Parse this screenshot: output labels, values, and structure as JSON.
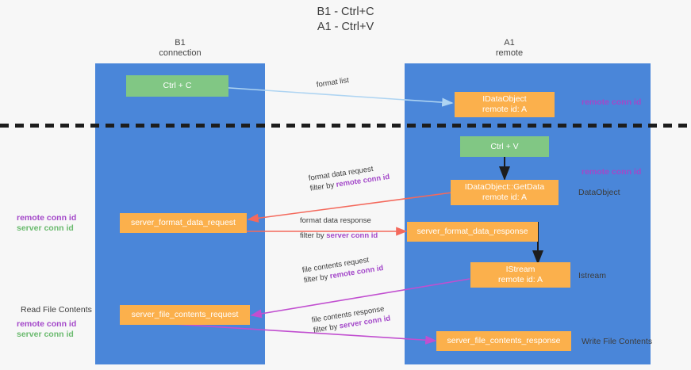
{
  "title": {
    "line1": "B1 - Ctrl+C",
    "line2": "A1 - Ctrl+V"
  },
  "columns": [
    {
      "name": "left",
      "line1": "B1",
      "line2": "connection",
      "color": "#4a86d9"
    },
    {
      "name": "right",
      "line1": "A1",
      "line2": "remote",
      "color": "#4a86d9"
    }
  ],
  "colors": {
    "column": "#4a86d9",
    "orange": "#fbb04c",
    "green": "#81c784",
    "purple_text": "#a347c9",
    "green_text": "#6aba6e",
    "arrow_blue": "#aed4f2",
    "arrow_red": "#f4695c",
    "arrow_magenta": "#c14fd0",
    "arrow_black": "#1d1d1d",
    "divider": "#1d1d1d"
  },
  "nodes": {
    "ctrl_c": {
      "line1": "Ctrl + C",
      "line2": ""
    },
    "idataobject": {
      "line1": "IDataObject",
      "line2": "remote id: A"
    },
    "ctrl_v": {
      "line1": "Ctrl + V",
      "line2": ""
    },
    "getdata": {
      "line1": "IDataObject::GetData",
      "line2": "remote id: A"
    },
    "fmt_request": {
      "line1": "server_format_data_request",
      "line2": ""
    },
    "fmt_response": {
      "line1": "server_format_data_response",
      "line2": ""
    },
    "istream": {
      "line1": "IStream",
      "line2": "remote id: A"
    },
    "file_request": {
      "line1": "server_file_contents_request",
      "line2": ""
    },
    "file_response": {
      "line1": "server_file_contents_response",
      "line2": ""
    }
  },
  "edge_labels": {
    "format_list": "format list",
    "fmt_req_l1": "format data request",
    "fmt_req_l2_prefix": "filter by ",
    "fmt_req_l2_key": "remote conn id",
    "fmt_res_l1": "format data response",
    "fmt_res_l2_prefix": "filter by ",
    "fmt_res_l2_key": "server conn id",
    "file_req_l1": "file contents request",
    "file_req_l2_prefix": "filter by ",
    "file_req_l2_key": "remote conn id",
    "file_res_l1": "file contents response",
    "file_res_l2_prefix": "filter by ",
    "file_res_l2_key": "server conn id"
  },
  "side_labels": {
    "right_remote_conn_top": "remote conn id",
    "right_remote_conn_mid": "remote conn id",
    "right_dataobject": "DataObject",
    "right_istream": "Istream",
    "right_write_file": "Write File Contents",
    "left_remote_conn": "remote conn id",
    "left_server_conn": "server conn id",
    "left_read_file": "Read File Contents",
    "left_remote_conn2": "remote conn id",
    "left_server_conn2": "server conn id"
  }
}
